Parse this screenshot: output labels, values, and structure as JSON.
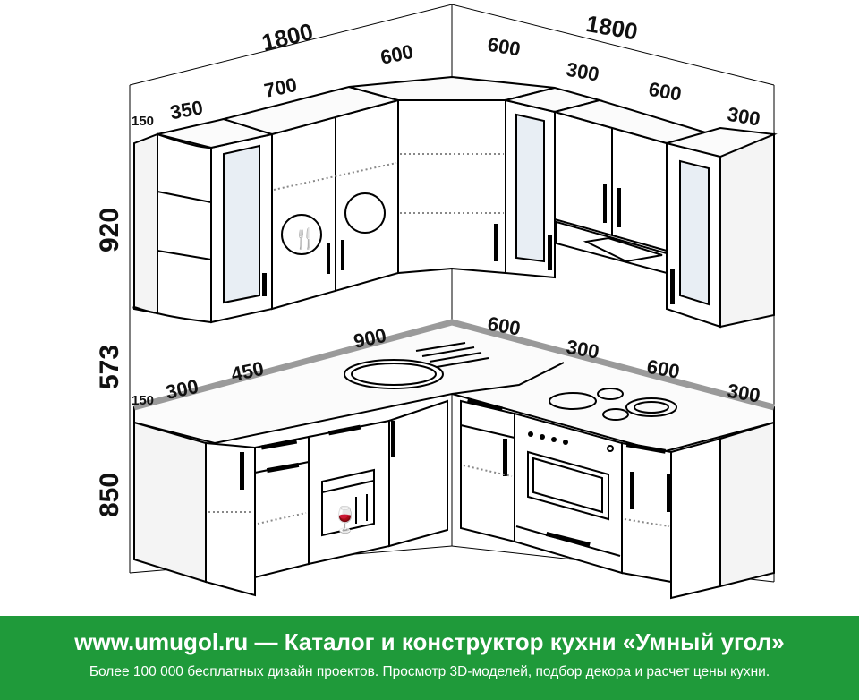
{
  "dimensions": {
    "left_width": "1800",
    "right_width": "1800",
    "upper_left": [
      "150",
      "350",
      "700",
      "600"
    ],
    "upper_right": [
      "600",
      "300",
      "600",
      "300"
    ],
    "lower_left": [
      "150",
      "300",
      "450",
      "900"
    ],
    "lower_right": [
      "600",
      "300",
      "600",
      "300"
    ],
    "upper_height": "920",
    "gap_height": "573",
    "lower_height": "850"
  },
  "footer": {
    "headline": "www.umugol.ru — Каталог и конструктор кухни «Умный угол»",
    "subline": "Более 100 000 бесплатных дизайн проектов. Просмотр 3D-моделей, подбор декора и расчет цены кухни."
  },
  "colors": {
    "footer_bg": "#1f9a3a",
    "footer_text": "#ffffff"
  }
}
